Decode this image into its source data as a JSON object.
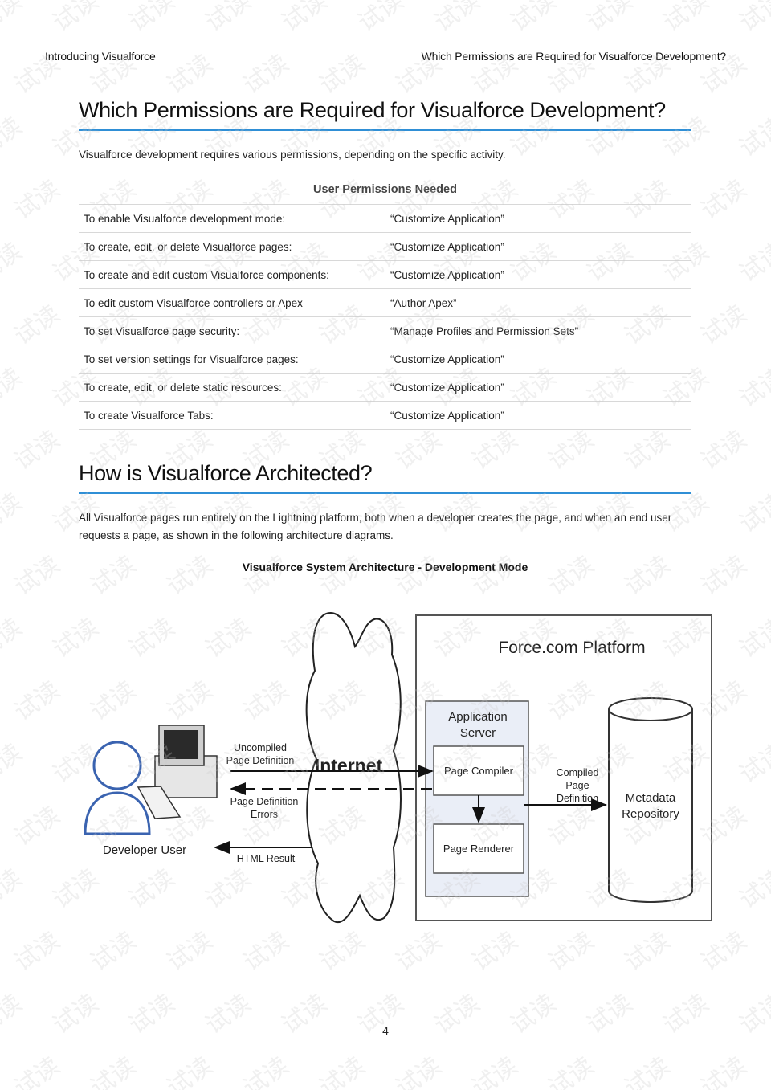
{
  "header": {
    "left": "Introducing Visualforce",
    "right": "Which Permissions are Required for Visualforce Development?"
  },
  "section1": {
    "title": "Which Permissions are Required for Visualforce Development?",
    "intro": "Visualforce development requires various permissions, depending on the specific activity."
  },
  "permissions": {
    "header": "User Permissions Needed",
    "rows": [
      {
        "task": "To enable Visualforce development mode:",
        "perm": "“Customize Application”"
      },
      {
        "task": "To create, edit, or delete Visualforce pages:",
        "perm": "“Customize Application”"
      },
      {
        "task": "To create and edit custom Visualforce components:",
        "perm": "“Customize Application”"
      },
      {
        "task": "To edit custom Visualforce controllers or Apex",
        "perm": "“Author Apex”"
      },
      {
        "task": "To set Visualforce page security:",
        "perm": "“Manage Profiles and Permission Sets”"
      },
      {
        "task": "To set version settings for Visualforce pages:",
        "perm": "“Customize Application”"
      },
      {
        "task": "To create, edit, or delete static resources:",
        "perm": "“Customize Application”"
      },
      {
        "task": "To create Visualforce Tabs:",
        "perm": "“Customize Application”"
      }
    ]
  },
  "section2": {
    "title": "How is Visualforce Architected?",
    "intro": "All Visualforce pages run entirely on the Lightning platform, both when a developer creates the page, and when an end user requests a page, as shown in the following architecture diagrams."
  },
  "figure": {
    "title": "Visualforce System Architecture - Development Mode",
    "platform": "Force.com Platform",
    "app_server_line1": "Application",
    "app_server_line2": "Server",
    "page_compiler": "Page Compiler",
    "page_renderer": "Page Renderer",
    "internet": "Internet",
    "developer_user": "Developer User",
    "uncompiled_line1": "Uncompiled",
    "uncompiled_line2": "Page Definition",
    "errors_line1": "Page Definition",
    "errors_line2": "Errors",
    "html_result": "HTML Result",
    "compiled_line1": "Compiled",
    "compiled_line2": "Page",
    "compiled_line3": "Definition",
    "metadata_line1": "Metadata",
    "metadata_line2": "Repository"
  },
  "footer": {
    "page_number": "4"
  },
  "watermark": {
    "text": "试读"
  },
  "colors": {
    "accent_rule": "#2f8fd6",
    "table_rule": "#d8d8d8"
  }
}
